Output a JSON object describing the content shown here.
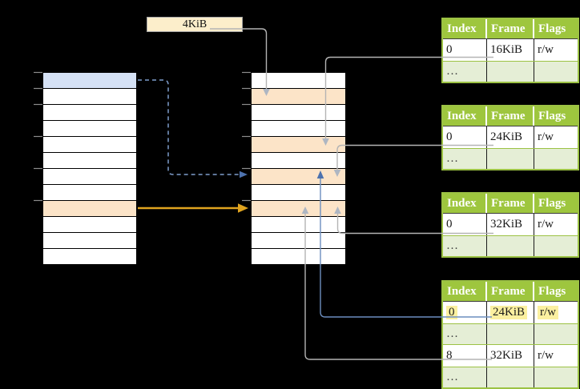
{
  "label_box": {
    "size_label": "4KiB"
  },
  "page_tables": [
    {
      "headers": [
        "Index",
        "Frame",
        "Flags"
      ],
      "rows": [
        [
          "0",
          "16KiB",
          "r/w"
        ],
        [
          "…",
          "",
          ""
        ]
      ]
    },
    {
      "headers": [
        "Index",
        "Frame",
        "Flags"
      ],
      "rows": [
        [
          "0",
          "24KiB",
          "r/w"
        ],
        [
          "…",
          "",
          ""
        ]
      ]
    },
    {
      "headers": [
        "Index",
        "Frame",
        "Flags"
      ],
      "rows": [
        [
          "0",
          "32KiB",
          "r/w"
        ],
        [
          "…",
          "",
          ""
        ]
      ]
    },
    {
      "headers": [
        "Index",
        "Frame",
        "Flags"
      ],
      "rows": [
        [
          "0",
          "24KiB",
          "r/w"
        ],
        [
          "…",
          "",
          ""
        ],
        [
          "8",
          "32KiB",
          "r/w"
        ],
        [
          "…",
          "",
          ""
        ]
      ]
    }
  ],
  "colors": {
    "background": "#000000",
    "label_box_fill": "#FCEECB",
    "label_box_border": "#A6A6A6",
    "row_white": "#FFFFFF",
    "row_blue": "#D5E1F5",
    "row_orange": "#FCE4C8",
    "table_border_green": "#9CC244",
    "header_green": "#9EC63E",
    "header_text": "#FFFFFF",
    "row_light_green": "#E5EED6",
    "body_text": "#1A1A1A",
    "ellipsis_text": "#3F3F3F",
    "highlight_yellow": "#FBF0A0",
    "connector_gray": "#B4B4B4",
    "arrow_gray": "#AEB6C2",
    "connector_blue": "#6C8EBF",
    "arrow_blue": "#4D72AE",
    "dashed_blue": "#7E9DCC",
    "arrow_gold": "#E0A41F",
    "tick_gray": "#8C8C8C"
  }
}
